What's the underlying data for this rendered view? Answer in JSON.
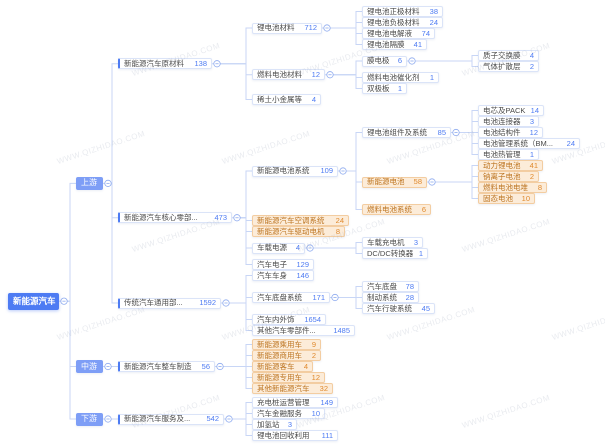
{
  "watermark": {
    "text": "WWW.QIZHIDAO.COM"
  },
  "colors": {
    "accent_blue": "#4d7bf3",
    "level_blue": "#7e9ef6",
    "edge_line": "#c8d6f6",
    "node_border": "#dbe4f8",
    "highlight_bg": "#fcecd9",
    "highlight_border": "#f3cda1",
    "highlight_text": "#bd7420"
  },
  "tree": {
    "label": "新能源汽车",
    "children": [
      {
        "label": "上游",
        "children": [
          {
            "label": "新能源汽车原材料",
            "count": "138",
            "children": [
              {
                "label": "锂电池材料",
                "count": "712",
                "children": [
                  {
                    "label": "锂电池正极材料",
                    "count": "38"
                  },
                  {
                    "label": "锂电池负极材料",
                    "count": "24"
                  },
                  {
                    "label": "锂电池电解液",
                    "count": "74"
                  },
                  {
                    "label": "锂电池隔膜",
                    "count": "41"
                  }
                ]
              },
              {
                "label": "燃料电池材料",
                "count": "12",
                "children": [
                  {
                    "label": "膜电极",
                    "count": "6",
                    "children": [
                      {
                        "label": "质子交换膜",
                        "count": "4"
                      },
                      {
                        "label": "气体扩散层",
                        "count": "2"
                      }
                    ]
                  },
                  {
                    "label": "燃料电池催化剂",
                    "count": "1"
                  },
                  {
                    "label": "双极板",
                    "count": "1"
                  }
                ]
              },
              {
                "label": "稀土小金属等",
                "count": "4"
              }
            ]
          },
          {
            "label": "新能源汽车核心零部...",
            "count": "473",
            "children": [
              {
                "label": "新能源电池系统",
                "count": "109",
                "children": [
                  {
                    "label": "锂电池组件及系统",
                    "count": "85",
                    "children": [
                      {
                        "label": "电芯及PACK",
                        "count": "14"
                      },
                      {
                        "label": "电池连接器",
                        "count": "3"
                      },
                      {
                        "label": "电池结构件",
                        "count": "12"
                      },
                      {
                        "label": "电池管理系统（BM...",
                        "count": "24"
                      },
                      {
                        "label": "电池热管理",
                        "count": "1"
                      }
                    ]
                  },
                  {
                    "label": "新能源电池",
                    "count": "58",
                    "hl": true,
                    "children": [
                      {
                        "label": "动力锂电池",
                        "count": "41",
                        "hl": true
                      },
                      {
                        "label": "钠离子电池",
                        "count": "2",
                        "hl": true
                      },
                      {
                        "label": "燃料电池电堆",
                        "count": "8",
                        "hl": true
                      },
                      {
                        "label": "固态电池",
                        "count": "10",
                        "hl": true
                      }
                    ]
                  },
                  {
                    "label": "燃料电池系统",
                    "count": "6",
                    "hl": true
                  }
                ]
              },
              {
                "label": "新能源汽车空调系统",
                "count": "24",
                "hl": true
              },
              {
                "label": "新能源汽车驱动电机",
                "count": "8",
                "hl": true
              },
              {
                "label": "车载电源",
                "count": "4",
                "children": [
                  {
                    "label": "车载充电机",
                    "count": "3"
                  },
                  {
                    "label": "DC/DC转换器",
                    "count": "1"
                  }
                ]
              },
              {
                "label": "汽车电子",
                "count": "129"
              }
            ]
          },
          {
            "label": "传统汽车通用部...",
            "count": "1592",
            "children": [
              {
                "label": "汽车车身",
                "count": "146"
              },
              {
                "label": "汽车底盘系统",
                "count": "171",
                "children": [
                  {
                    "label": "汽车底盘",
                    "count": "78"
                  },
                  {
                    "label": "制动系统",
                    "count": "28"
                  },
                  {
                    "label": "汽车行驶系统",
                    "count": "45"
                  }
                ]
              },
              {
                "label": "汽车内外饰",
                "count": "1654"
              },
              {
                "label": "其他汽车零部件...",
                "count": "1485"
              }
            ]
          }
        ]
      },
      {
        "label": "中游",
        "children": [
          {
            "label": "新能源汽车整车制造",
            "count": "56",
            "children": [
              {
                "label": "新能源乘用车",
                "count": "9",
                "hl": true
              },
              {
                "label": "新能源商用车",
                "count": "2",
                "hl": true
              },
              {
                "label": "新能源客车",
                "count": "4",
                "hl": true
              },
              {
                "label": "新能源专用车",
                "count": "12",
                "hl": true
              },
              {
                "label": "其他新能源汽车",
                "count": "32",
                "hl": true
              }
            ]
          }
        ]
      },
      {
        "label": "下游",
        "children": [
          {
            "label": "新能源汽车服务及...",
            "count": "542",
            "children": [
              {
                "label": "充电桩运营管理",
                "count": "149"
              },
              {
                "label": "汽车金融服务",
                "count": "10"
              },
              {
                "label": "加氢站",
                "count": "3"
              },
              {
                "label": "锂电池回收利用",
                "count": "111"
              }
            ]
          }
        ]
      }
    ]
  }
}
